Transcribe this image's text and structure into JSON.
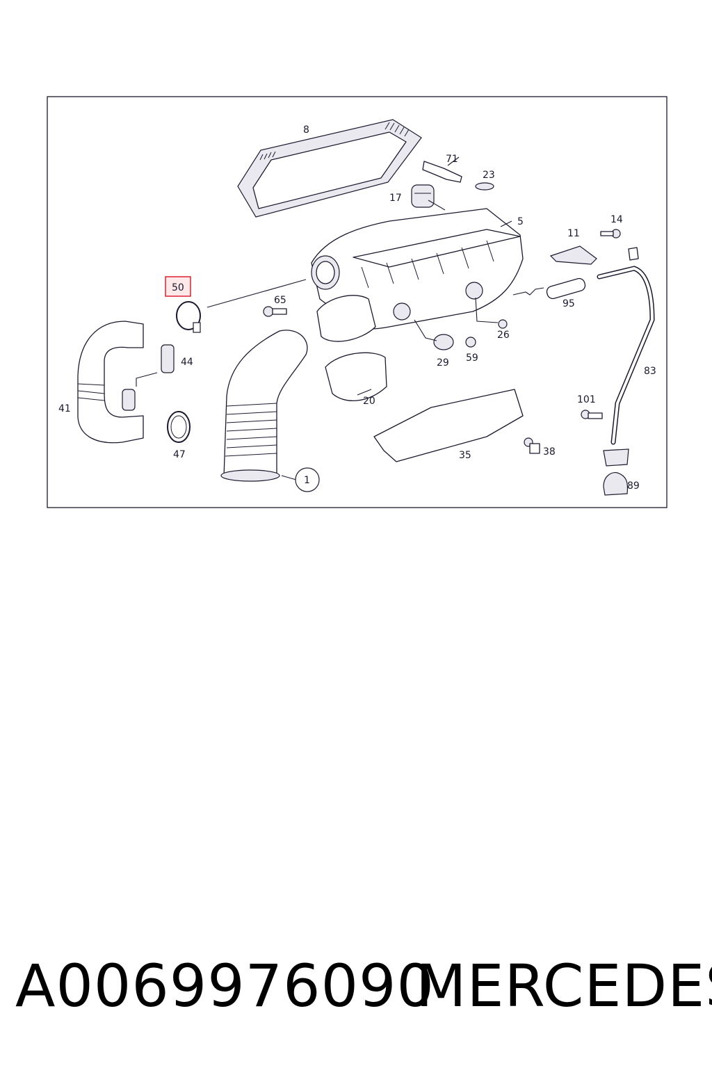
{
  "diagram": {
    "highlighted_callout": "50",
    "callouts": [
      "8",
      "71",
      "23",
      "17",
      "5",
      "14",
      "11",
      "50",
      "65",
      "95",
      "26",
      "44",
      "29",
      "59",
      "83",
      "41",
      "20",
      "101",
      "47",
      "35",
      "38",
      "1",
      "89"
    ]
  },
  "footer": {
    "part_number": "A0069976090",
    "brand": "MERCEDES"
  },
  "colors": {
    "highlight_stroke": "#e0303a",
    "highlight_fill": "#fde8ea",
    "line": "#1a1a2e"
  }
}
